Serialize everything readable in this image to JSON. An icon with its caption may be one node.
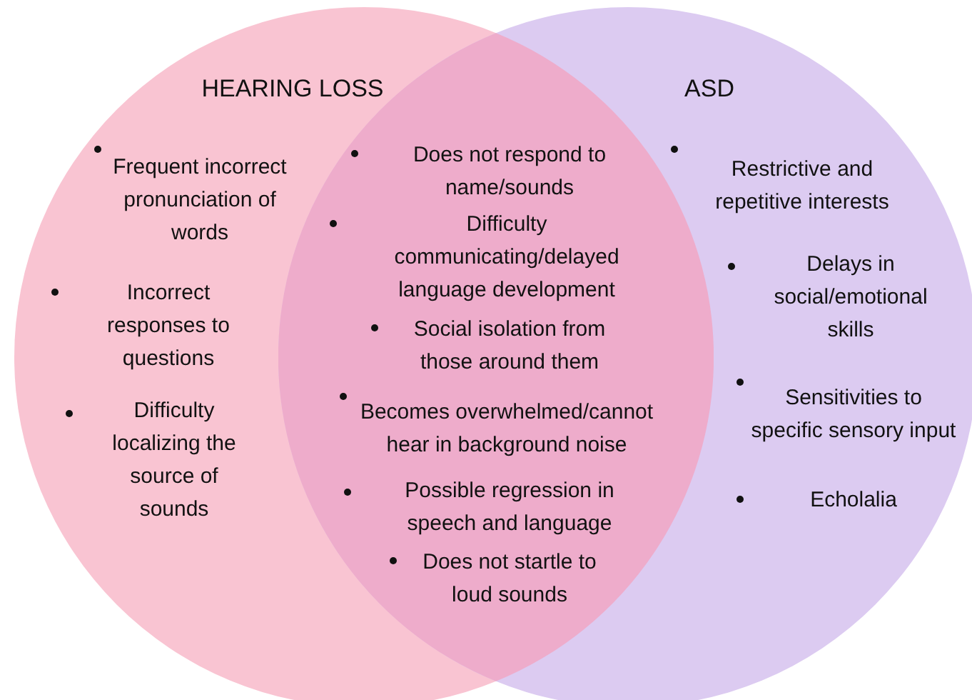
{
  "diagram": {
    "nodes": [
      {
        "text": [
          "HEARING LOSS",
          "Frequent incorrect pronunciation of words",
          "Incorrect responses to questions",
          "Difficulty localizing the source of sounds"
        ]
      },
      {
        "text": [
          "ASD",
          "Restrictive and repetitive interests",
          "Delays in social/emotional skills",
          "Sensitivities to specific sensory input",
          "Echolalia"
        ]
      },
      {
        "text": [
          "Does not respond to name/sounds",
          "Difficulty communicating/delayed language development",
          "Social isolation from those around them",
          "Becomes overwhelmed/cannot hear in background noise",
          "Possible regression in speech and language",
          "Does not startle to loud sounds"
        ]
      }
    ]
  }
}
